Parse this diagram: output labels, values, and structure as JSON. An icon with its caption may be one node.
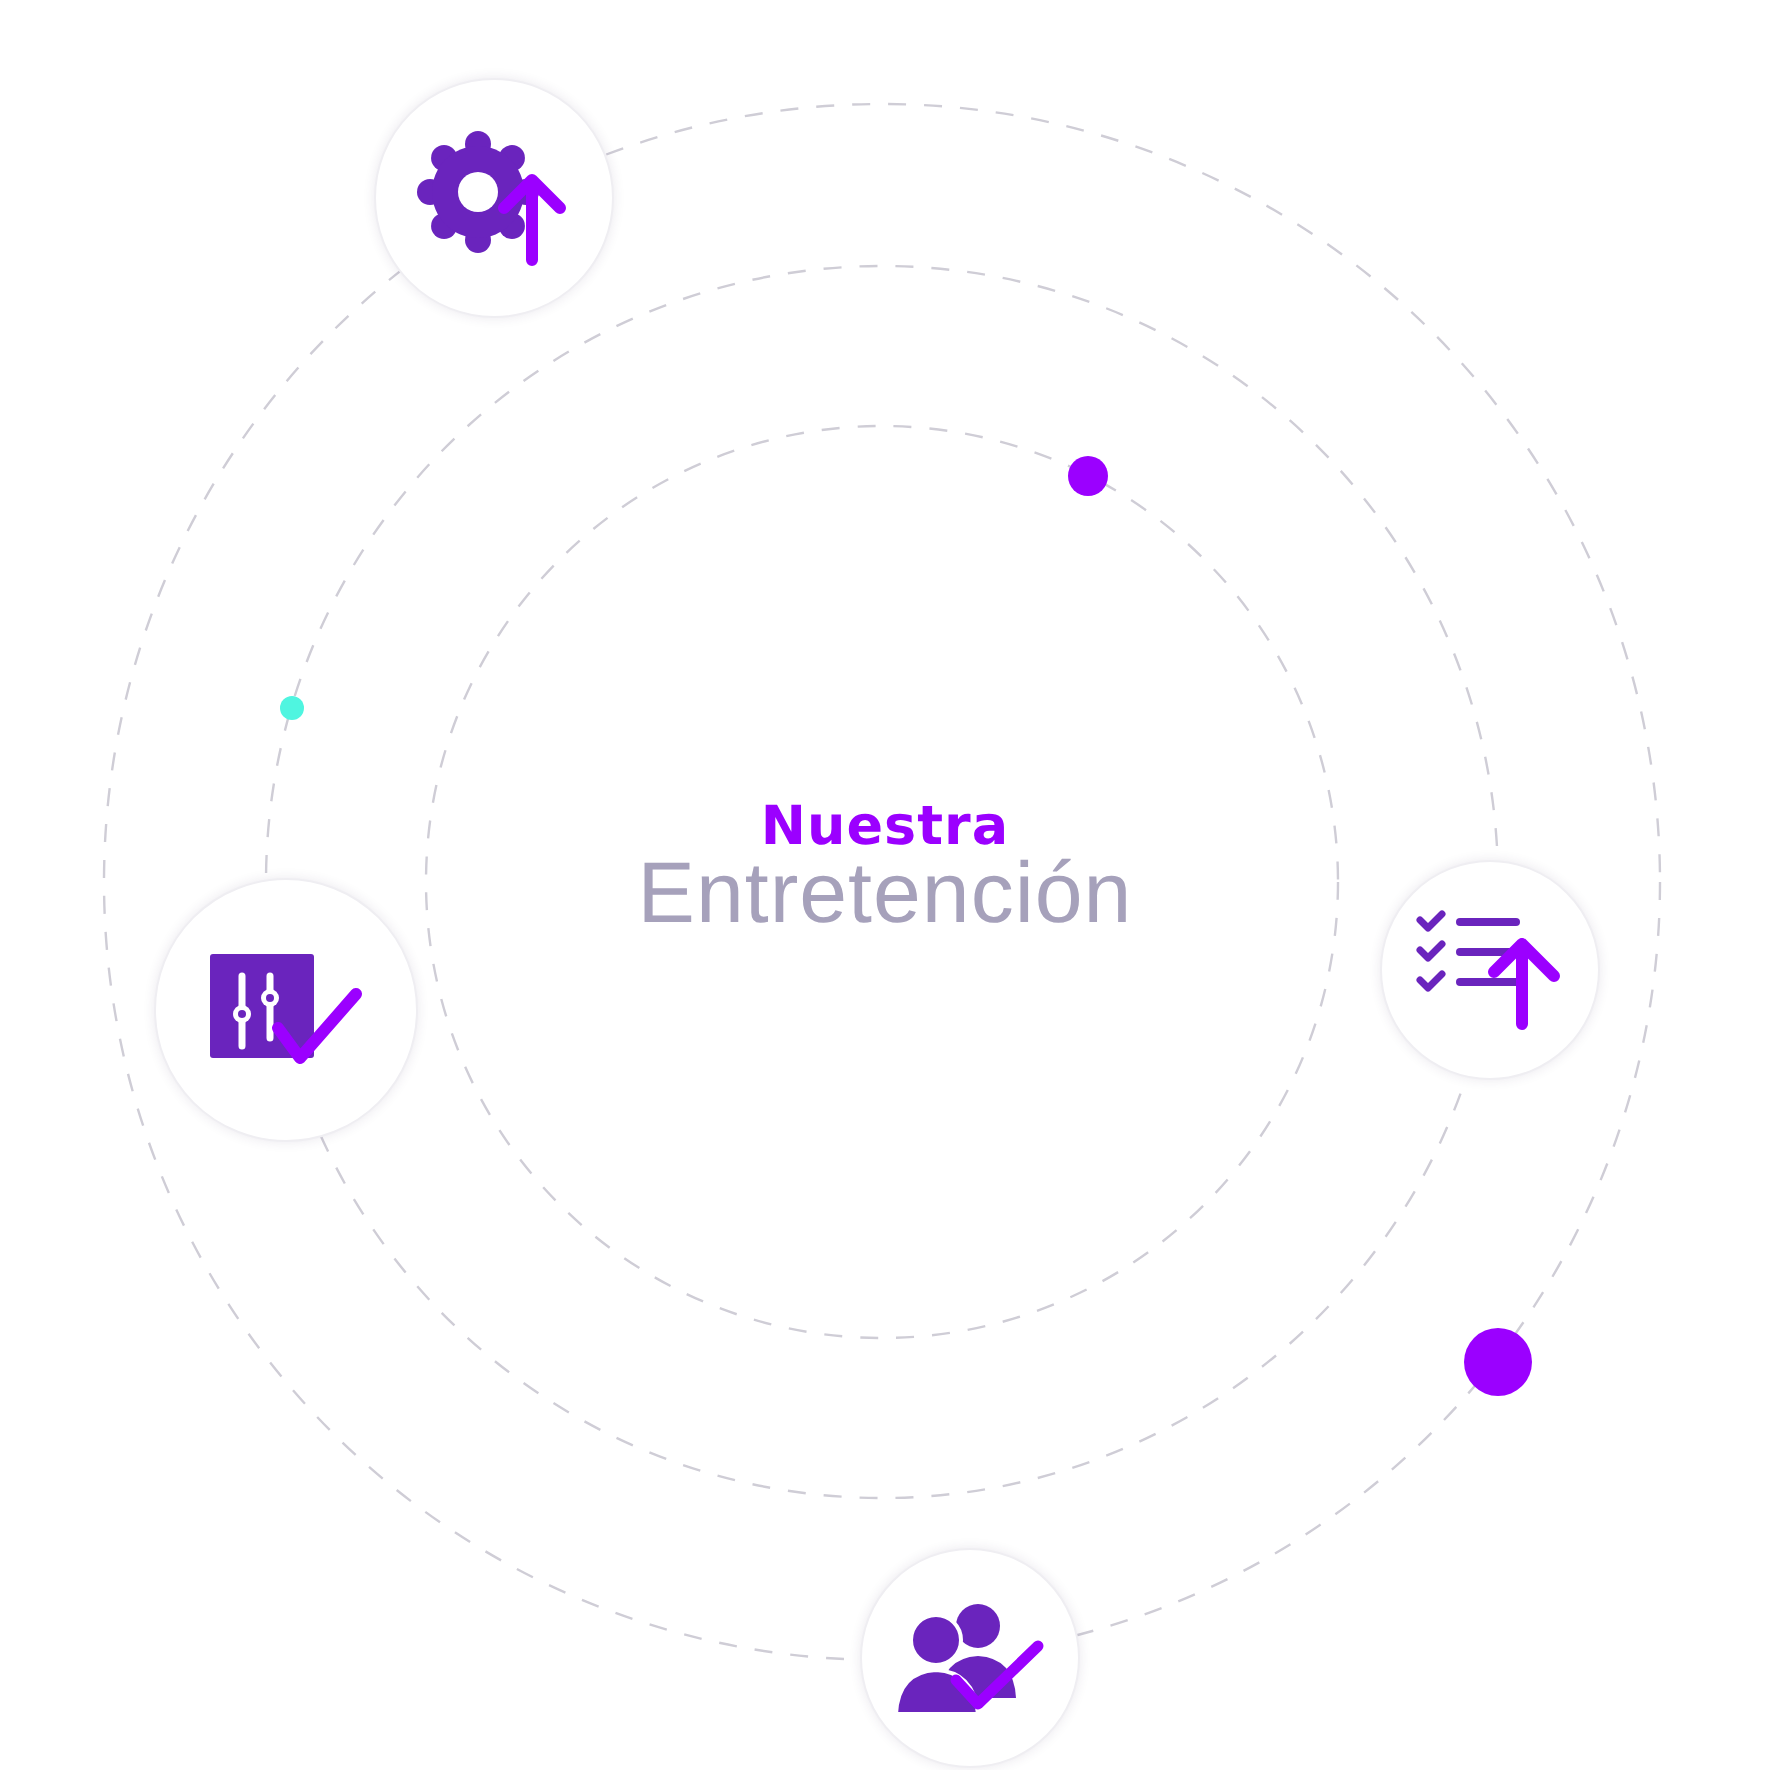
{
  "diagram": {
    "nodes": [
      {
        "text": [],
        "shape": "circle"
      },
      {
        "text": [],
        "shape": "circle"
      },
      {
        "text": [],
        "shape": "circle"
      },
      {
        "text": [],
        "shape": "circle"
      }
    ],
    "labels": [
      "Nuestra",
      "Entretención"
    ]
  }
}
